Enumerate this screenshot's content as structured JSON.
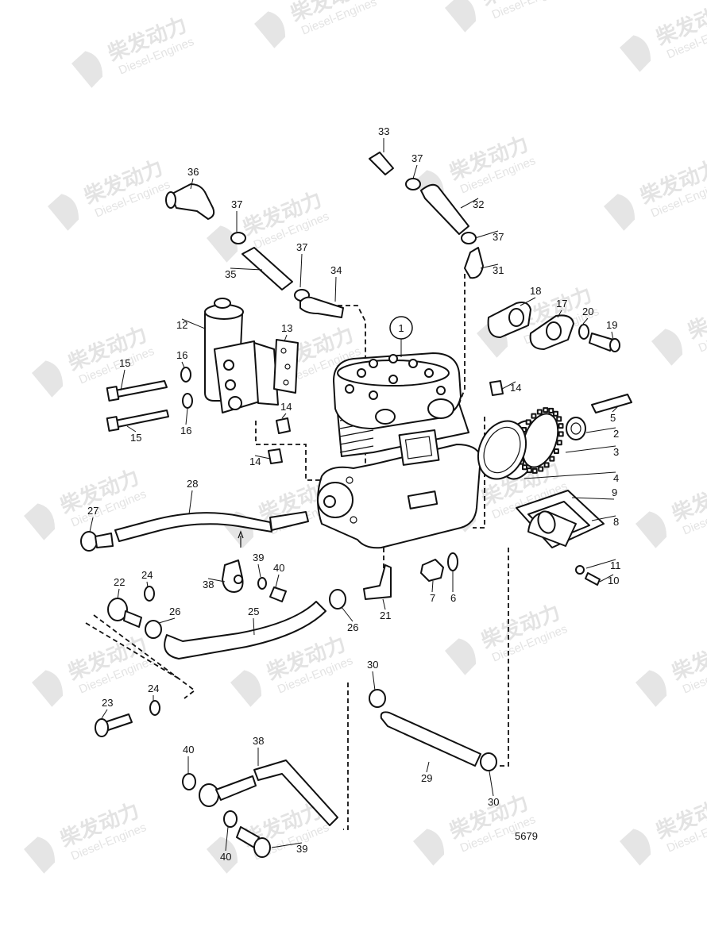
{
  "diagram": {
    "drawing_number": "5679",
    "watermark": {
      "brand_cn": "柴发动力",
      "brand_en": "Diesel-Engines"
    },
    "callouts": [
      {
        "id": "c1",
        "text": "1"
      },
      {
        "id": "c2",
        "text": "2"
      },
      {
        "id": "c3",
        "text": "3"
      },
      {
        "id": "c4",
        "text": "4"
      },
      {
        "id": "c5",
        "text": "5"
      },
      {
        "id": "c6",
        "text": "6"
      },
      {
        "id": "c7",
        "text": "7"
      },
      {
        "id": "c8",
        "text": "8"
      },
      {
        "id": "c9",
        "text": "9"
      },
      {
        "id": "c10",
        "text": "10"
      },
      {
        "id": "c11",
        "text": "11"
      },
      {
        "id": "c12",
        "text": "12"
      },
      {
        "id": "c13",
        "text": "13"
      },
      {
        "id": "c14a",
        "text": "14"
      },
      {
        "id": "c14b",
        "text": "14"
      },
      {
        "id": "c14c",
        "text": "14"
      },
      {
        "id": "c15a",
        "text": "15"
      },
      {
        "id": "c15b",
        "text": "15"
      },
      {
        "id": "c16a",
        "text": "16"
      },
      {
        "id": "c16b",
        "text": "16"
      },
      {
        "id": "c17",
        "text": "17"
      },
      {
        "id": "c18",
        "text": "18"
      },
      {
        "id": "c19",
        "text": "19"
      },
      {
        "id": "c20",
        "text": "20"
      },
      {
        "id": "c21",
        "text": "21"
      },
      {
        "id": "c22",
        "text": "22"
      },
      {
        "id": "c23",
        "text": "23"
      },
      {
        "id": "c24a",
        "text": "24"
      },
      {
        "id": "c24b",
        "text": "24"
      },
      {
        "id": "c25",
        "text": "25"
      },
      {
        "id": "c26a",
        "text": "26"
      },
      {
        "id": "c26b",
        "text": "26"
      },
      {
        "id": "c27",
        "text": "27"
      },
      {
        "id": "c28",
        "text": "28"
      },
      {
        "id": "c29",
        "text": "29"
      },
      {
        "id": "c30a",
        "text": "30"
      },
      {
        "id": "c30b",
        "text": "30"
      },
      {
        "id": "c31",
        "text": "31"
      },
      {
        "id": "c32",
        "text": "32"
      },
      {
        "id": "c33",
        "text": "33"
      },
      {
        "id": "c34",
        "text": "34"
      },
      {
        "id": "c35",
        "text": "35"
      },
      {
        "id": "c36",
        "text": "36"
      },
      {
        "id": "c37a",
        "text": "37"
      },
      {
        "id": "c37b",
        "text": "37"
      },
      {
        "id": "c37c",
        "text": "37"
      },
      {
        "id": "c37d",
        "text": "37"
      },
      {
        "id": "c38a",
        "text": "38"
      },
      {
        "id": "c38b",
        "text": "38"
      },
      {
        "id": "c39a",
        "text": "39"
      },
      {
        "id": "c39b",
        "text": "39"
      },
      {
        "id": "c40a",
        "text": "40"
      },
      {
        "id": "c40b",
        "text": "40"
      },
      {
        "id": "c40c",
        "text": "40"
      }
    ]
  }
}
